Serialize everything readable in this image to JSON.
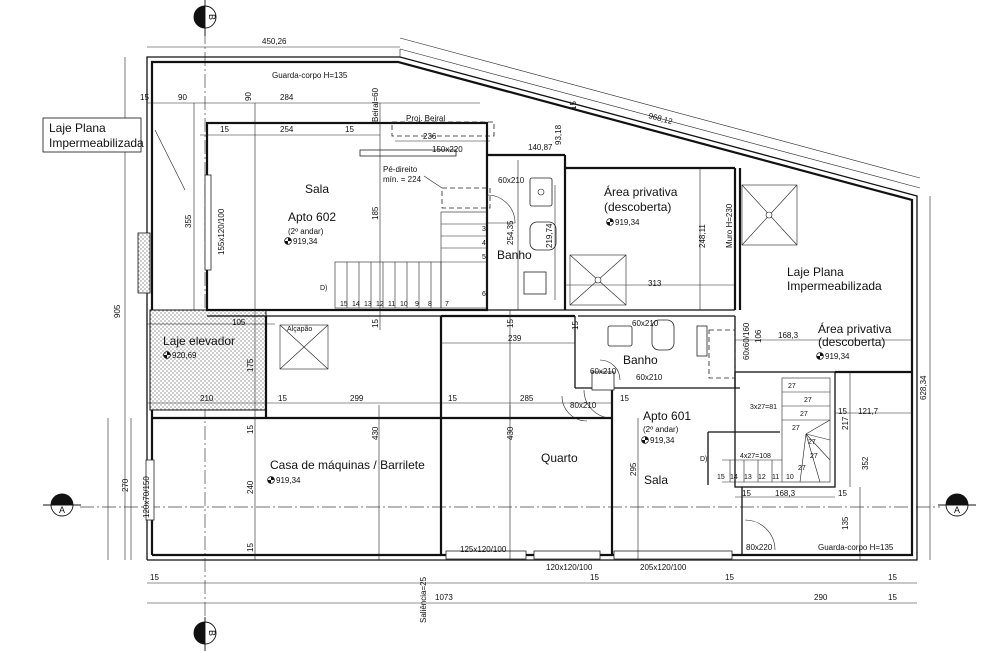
{
  "rooms": {
    "laje_plana_left": [
      "Laje Plana",
      "Impermeabilizada"
    ],
    "laje_plana_right": [
      "Laje Plana",
      "Impermeabilizada"
    ],
    "sala_602": "Sala",
    "apto_602": "Apto 602",
    "apto_602_floor": "(2º andar)",
    "apto_602_level": "919,34",
    "banho_top": "Banho",
    "area_priv_top": [
      "Área privativa",
      "(descoberta)"
    ],
    "area_priv_top_level": "919,34",
    "laje_elevador": "Laje elevador",
    "laje_elevador_level": "920,69",
    "alcapao": "Alçapão",
    "banho_mid": "Banho",
    "area_priv_right": [
      "Área privativa",
      "(descoberta)"
    ],
    "area_priv_right_level": "919,34",
    "casa_maquinas": "Casa de máquinas / Barrilete",
    "casa_maquinas_level": "919,34",
    "quarto": "Quarto",
    "apto_601": "Apto 601",
    "apto_601_floor": "(2º andar)",
    "apto_601_level": "919,34",
    "sala_601": "Sala"
  },
  "notes": {
    "guarda_corpo_top": "Guarda-corpo H=135",
    "guarda_corpo_bottom": "Guarda-corpo H=135",
    "proj_beiral": "Proj. Beiral",
    "pe_direito": [
      "Pé-direito",
      "mín. = 224"
    ],
    "beiral": "Beiral=60",
    "muro": "Muro H=230",
    "saliencia": "Saliência=25"
  },
  "openings": {
    "j_150x220": "150x220",
    "j_60x210_a": "60x210",
    "j_155x120": "155x120/100",
    "j_60x210_b": "60x210",
    "j_60x210_c": "60x210",
    "j_60x210_d": "60x210",
    "j_60x60": "60x60/160",
    "j_80x210": "80x210",
    "j_120x70": "120x70/150",
    "j_125x120": "125x120/100",
    "j_120x120": "120x120/100",
    "j_205x120": "205x120/100",
    "j_80x220": "80x220"
  },
  "dimensions": {
    "d_450_26": "450,26",
    "d_968_12": "968,12",
    "d_905": "905",
    "d_628_34": "628,34",
    "d_15_a": "15",
    "d_90_a": "90",
    "d_90_b": "90",
    "d_284": "284",
    "d_15_b": "15",
    "d_254": "254",
    "d_15_c": "15",
    "d_236": "236",
    "d_140_87": "140,87",
    "d_93_18": "93,18",
    "d_15_d": "15",
    "d_355": "355",
    "d_185": "185",
    "d_254_35": "254,35",
    "d_219_74": "219,74",
    "d_248_11": "248,11",
    "d_313": "313",
    "d_105": "105",
    "d_15_e": "15",
    "d_15_f": "15",
    "d_239": "239",
    "d_15_g": "15",
    "d_106": "106",
    "d_168_3_a": "168,3",
    "d_210": "210",
    "d_15_h": "15",
    "d_299": "299",
    "d_15_i": "15",
    "d_285": "285",
    "d_15_j": "15",
    "d_175": "175",
    "d_430_a": "430",
    "d_430_b": "430",
    "d_15_k": "15",
    "d_15_l": "15",
    "d_240": "240",
    "d_270": "270",
    "d_295": "295",
    "d_15_m": "15",
    "d_121_7": "121,7",
    "d_217": "217",
    "d_352": "352",
    "d_135": "135",
    "d_168_3_b": "168,3",
    "d_15_n": "15",
    "d_15_o": "15",
    "d_1073": "1073",
    "d_290": "290",
    "d_15_p": "15",
    "d_15_q": "15",
    "d_15_r": "15",
    "d_15_s": "15",
    "d_15_t": "15"
  },
  "stairs": {
    "top_upper": [
      "3",
      "4",
      "5",
      "6"
    ],
    "top_lower": [
      "15",
      "14",
      "13",
      "12",
      "11",
      "10",
      "9",
      "8",
      "7"
    ],
    "top_d": "D)",
    "right_lower": [
      "15",
      "14",
      "13",
      "12",
      "11",
      "10"
    ],
    "right_d": "D)",
    "right_riser_a": "3x27=81",
    "right_riser_b": "4x27=108",
    "right_winder": [
      "27",
      "27",
      "27",
      "27",
      "27",
      "27",
      "27"
    ]
  },
  "markers": {
    "a_left": "A",
    "a_right": "A",
    "b_top": "B",
    "b_bottom": "B"
  }
}
